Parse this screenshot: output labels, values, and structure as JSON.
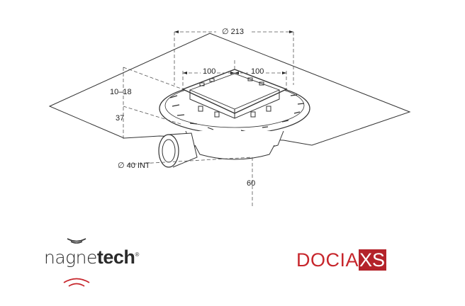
{
  "dimensions": {
    "diameter_top": "∅ 213",
    "width_left": "100",
    "width_right": "100",
    "height_adjust": "10–18",
    "height_body": "37",
    "outlet_diameter": "∅ 40 INT",
    "outlet_depth": "60"
  },
  "logos": {
    "left_light": "nagne",
    "left_bold": "tech",
    "left_mark": "®",
    "right_main": "DOCIA",
    "right_box": "XS"
  },
  "colors": {
    "line": "#333333",
    "brand_red": "#c7262c"
  }
}
